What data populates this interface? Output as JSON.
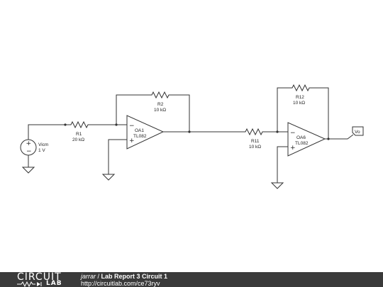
{
  "schematic": {
    "source": {
      "name": "Vicm",
      "value": "1 V"
    },
    "r1": {
      "name": "R1",
      "value": "20 kΩ"
    },
    "r2": {
      "name": "R2",
      "value": "10 kΩ"
    },
    "oa1": {
      "name": "OA1",
      "part": "TL082"
    },
    "r11": {
      "name": "R11",
      "value": "10 kΩ"
    },
    "r12": {
      "name": "R12",
      "value": "10 kΩ"
    },
    "oa6": {
      "name": "OA6",
      "part": "TL082"
    },
    "output": {
      "label": "Vo"
    }
  },
  "footer": {
    "logo_top": "CIRCUIT",
    "logo_bottom": "LAB",
    "user": "jarrar",
    "separator": " / ",
    "title": "Lab Report 3 Circuit 1",
    "url": "http://circuitlab.com/ce73ryv"
  },
  "colors": {
    "wire": "#333333",
    "footer_bg": "#3a3a3a"
  }
}
